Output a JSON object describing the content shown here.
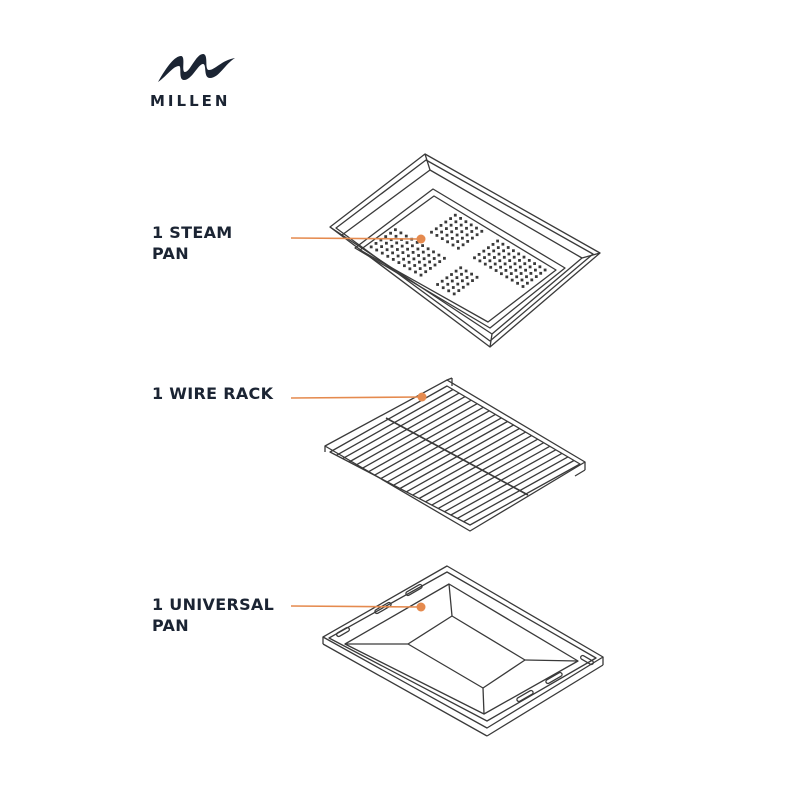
{
  "brand": {
    "name": "MILLEN"
  },
  "accessories": [
    {
      "line1": "1 STEAM",
      "line2": "PAN"
    },
    {
      "line1": "1 WIRE RACK",
      "line2": ""
    },
    {
      "line1": "1 UNIVERSAL",
      "line2": "PAN"
    }
  ],
  "colors": {
    "accent": "#e58a4e",
    "text": "#1b2433",
    "line": "#3a3a3a"
  }
}
